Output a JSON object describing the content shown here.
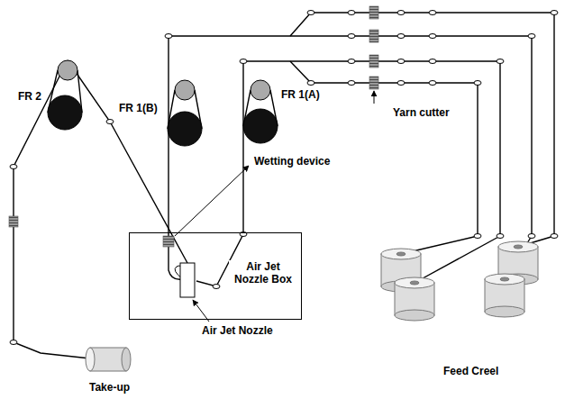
{
  "diagram": {
    "nodes": [
      {
        "text": [
          "Air Jet Nozzle Box"
        ]
      }
    ],
    "labels": [
      "FR 2",
      "FR 1(B)",
      "FR 1(A)",
      "Yarn cutter",
      "Wetting device",
      "Air Jet Nozzle",
      "Take-up",
      "Feed Creel"
    ]
  }
}
